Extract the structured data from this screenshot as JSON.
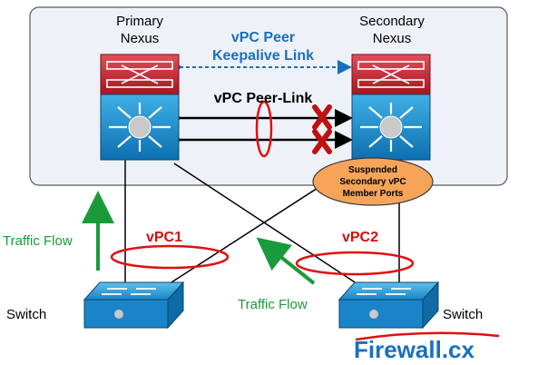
{
  "primary": {
    "line1": "Primary",
    "line2": "Nexus"
  },
  "secondary": {
    "line1": "Secondary",
    "line2": "Nexus"
  },
  "keepalive": {
    "line1": "vPC Peer",
    "line2": "Keepalive Link"
  },
  "peer_link": "vPC  Peer-Link",
  "suspended": {
    "line1": "Suspended",
    "line2": "Secondary vPC",
    "line3": "Member Ports"
  },
  "vpc1": "vPC1",
  "vpc2": "vPC2",
  "traffic_left": "Traffic Flow",
  "traffic_mid": "Traffic Flow",
  "switch_left": "Switch",
  "switch_right": "Switch",
  "logo": {
    "text": "Firewall.cx"
  },
  "colors": {
    "keepalive_text": "#1a6fbf",
    "traffic_text": "#1a9a3a",
    "vpc_text": "#d01010",
    "suspended_fill": "#f5a45a",
    "nexus_top": "#c8202c",
    "nexus_body": "#1a8fd0",
    "panel_bg": "#eef2f8"
  }
}
